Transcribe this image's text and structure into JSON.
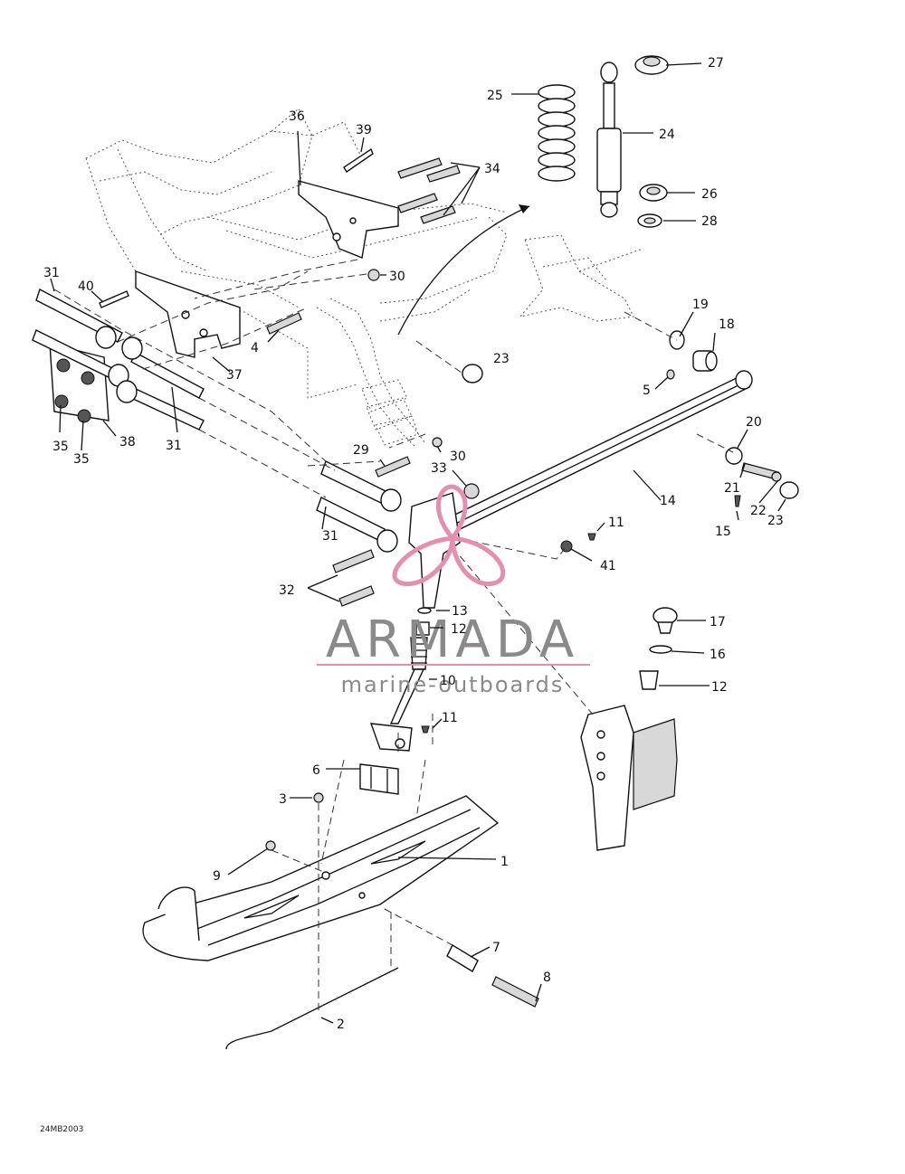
{
  "drawing_code": "24MB2003",
  "watermark": {
    "title": "ARMADA",
    "subtitle": "marine-outboards",
    "logo_color": "#e48fb0",
    "text_color": "#8a8a8a"
  },
  "callouts": [
    "1",
    "2",
    "3",
    "4",
    "5",
    "6",
    "7",
    "8",
    "9",
    "10",
    "11",
    "11",
    "12",
    "12",
    "13",
    "14",
    "15",
    "16",
    "17",
    "18",
    "19",
    "20",
    "21",
    "22",
    "23",
    "23",
    "24",
    "25",
    "26",
    "27",
    "28",
    "29",
    "30",
    "30",
    "31",
    "31",
    "31",
    "32",
    "33",
    "34",
    "35",
    "35",
    "36",
    "37",
    "38",
    "39",
    "40",
    "41"
  ]
}
